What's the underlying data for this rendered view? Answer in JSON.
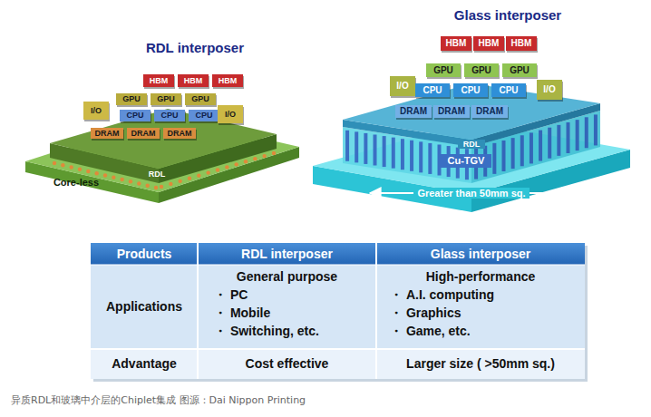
{
  "diagram": {
    "caption": "异质RDL和玻璃中介层的Chiplet集成 图源：Dai Nippon Printing",
    "nodes": [
      {
        "text": [
          "HBM"
        ]
      },
      {
        "text": [
          "HBM"
        ]
      },
      {
        "text": [
          "HBM"
        ]
      },
      {
        "text": [
          "GPU"
        ]
      },
      {
        "text": [
          "GPU"
        ]
      },
      {
        "text": [
          "GPU"
        ]
      },
      {
        "text": [
          "I/O"
        ]
      },
      {
        "text": [
          "CPU"
        ]
      },
      {
        "text": [
          "CPU"
        ]
      },
      {
        "text": [
          "CPU"
        ]
      },
      {
        "text": [
          "I/O"
        ]
      },
      {
        "text": [
          "DRAM"
        ]
      },
      {
        "text": [
          "DRAM"
        ]
      },
      {
        "text": [
          "DRAM"
        ]
      },
      {
        "text": [
          "RDL"
        ]
      },
      {
        "text": [
          "Core-less"
        ]
      },
      {
        "text": [
          "HBM"
        ]
      },
      {
        "text": [
          "HBM"
        ]
      },
      {
        "text": [
          "HBM"
        ]
      },
      {
        "text": [
          "GPU"
        ]
      },
      {
        "text": [
          "GPU"
        ]
      },
      {
        "text": [
          "GPU"
        ]
      },
      {
        "text": [
          "I/O"
        ]
      },
      {
        "text": [
          "CPU"
        ]
      },
      {
        "text": [
          "CPU"
        ]
      },
      {
        "text": [
          "CPU"
        ]
      },
      {
        "text": [
          "I/O"
        ]
      },
      {
        "text": [
          "DRAM"
        ]
      },
      {
        "text": [
          "DRAM"
        ]
      },
      {
        "text": [
          "DRAM"
        ]
      },
      {
        "text": [
          "RDL"
        ]
      },
      {
        "text": [
          "Cu-TGV"
        ]
      }
    ],
    "labels": [
      "RDL interposer",
      "Glass interposer",
      "Greater than 50mm sq.",
      "Products",
      "RDL interposer",
      "Glass interposer",
      "Applications",
      "General purpose",
      "・ PC",
      "・ Mobile",
      "・ Switching, etc.",
      "High-performance",
      "・ A.I. computing",
      "・ Graphics",
      "・ Game, etc.",
      "Advantage",
      "Cost effective",
      "Larger size ( >50mm sq.)"
    ]
  }
}
